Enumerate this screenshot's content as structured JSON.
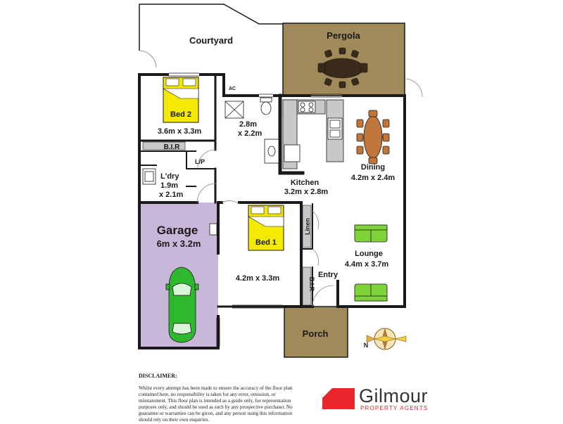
{
  "rooms": {
    "courtyard": "Courtyard",
    "pergola": "Pergola",
    "ac": "AC",
    "bed2": "Bed 2",
    "bed2_size": "3.6m x 3.3m",
    "bath_size_line1": "2.8m",
    "bath_size_line2": "x 2.2m",
    "bir_top": "B.I.R",
    "lp": "L/P",
    "ldry": "L'dry",
    "ldry_size_line1": "1.9m",
    "ldry_size_line2": "x 2.1m",
    "kitchen": "Kitchen",
    "kitchen_size": "3.2m x 2.8m",
    "dining": "Dining",
    "dining_size": "4.2m x 2.4m",
    "garage": "Garage",
    "garage_size": "6m x 3.2m",
    "bed1": "Bed 1",
    "bed1_size": "4.2m x 3.3m",
    "linen": "Linen",
    "lounge": "Lounge",
    "lounge_size": "4.4m x 3.7m",
    "bir_bottom": "B.I.R",
    "entry": "Entry",
    "porch": "Porch",
    "compass_n": "N"
  },
  "colors": {
    "wall": "#1a1a1a",
    "pergola": "#a08a5a",
    "porch": "#a08a5a",
    "garage": "#c9b7d9",
    "bed_label": "#f5e900",
    "car": "#2db82d",
    "sofa": "#7ed23a",
    "table": "#c0763a",
    "pergola_table": "#3a2a1a",
    "logo_red": "#e8262b"
  },
  "disclaimer": {
    "title": "DISCLAIMER:",
    "lines": [
      "Whilst every attempt has been made to ensure the accuracy of the floor plan",
      "contained here, no responsibility is taken for any error, omission, or",
      "misstatement. This floor plan is intended as a guide only, for representation",
      "purposes only, and should be used as such by any prospective purchaser. No",
      "guarantee or warranties can be given, and any person using this information",
      "should rely on their own enquiries."
    ]
  },
  "logo": {
    "name": "Gilmour",
    "tagline": "PROPERTY AGENTS"
  }
}
